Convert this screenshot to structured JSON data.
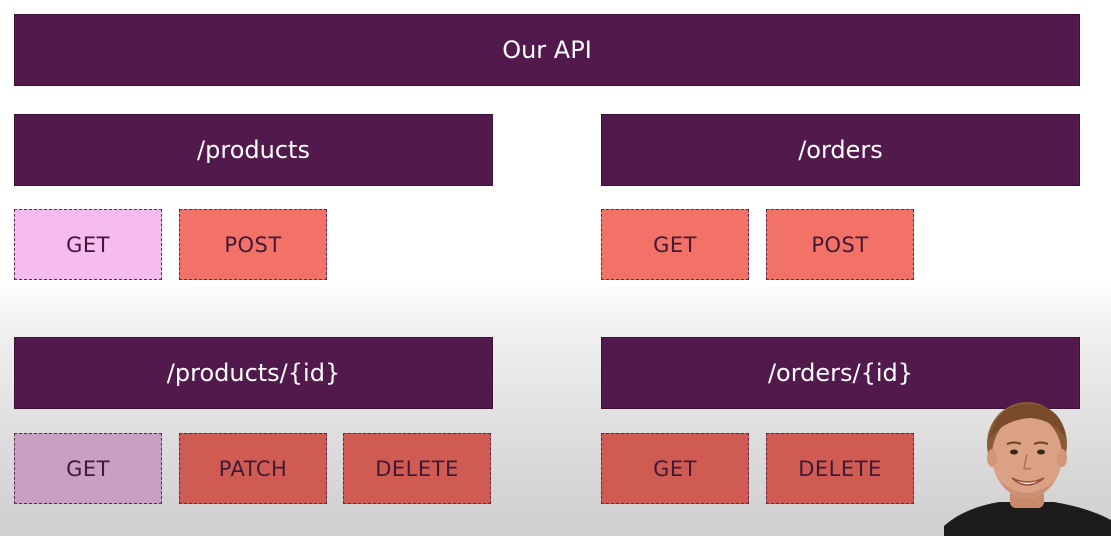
{
  "api": {
    "title": "Our API"
  },
  "products": {
    "path": "/products",
    "methods": [
      "GET",
      "POST"
    ]
  },
  "orders": {
    "path": "/orders",
    "methods": [
      "GET",
      "POST"
    ]
  },
  "products_id": {
    "path": "/products/{id}",
    "methods": [
      "GET",
      "PATCH",
      "DELETE"
    ]
  },
  "orders_id": {
    "path": "/orders/{id}",
    "methods": [
      "GET",
      "DELETE"
    ]
  },
  "colors": {
    "resource": "#52194c",
    "highlighted_method": "#f6bbef",
    "method": "#f37267"
  }
}
